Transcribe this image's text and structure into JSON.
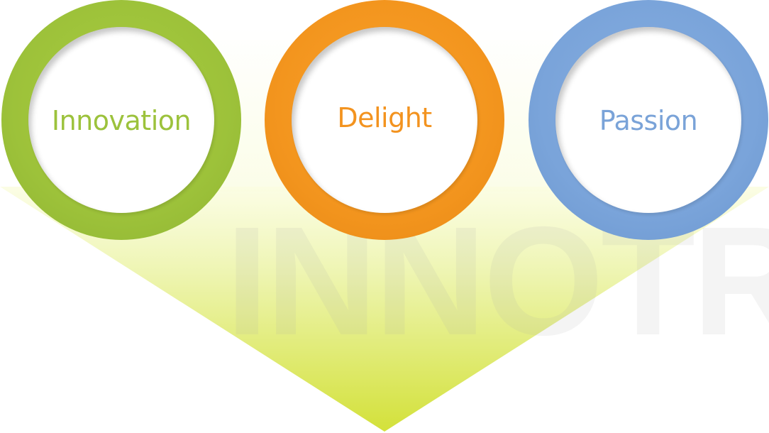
{
  "diagram": {
    "watermark": "INNOTRE",
    "values": [
      {
        "key": "innovation",
        "label": "Innovation",
        "color": "#9cc23c"
      },
      {
        "key": "delight",
        "label": "Delight",
        "color": "#f3931f"
      },
      {
        "key": "passion",
        "label": "Passion",
        "color": "#7aa3d8"
      }
    ],
    "funnel_colors": {
      "top": "#fbfde0",
      "bottom": "#d5e23a"
    }
  }
}
